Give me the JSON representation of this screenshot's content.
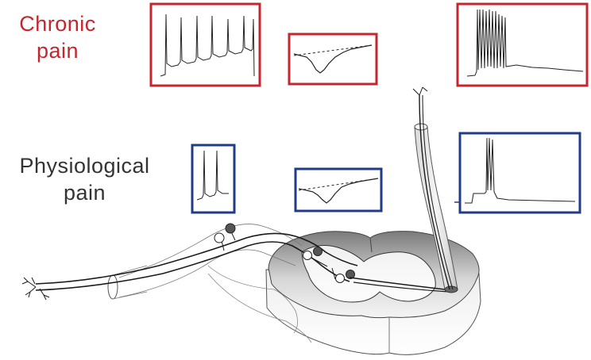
{
  "labels": {
    "chronic": [
      "Chronic",
      "pain"
    ],
    "physiological": [
      "Physiological",
      "pain"
    ]
  },
  "colors": {
    "chronic": "#c4262e",
    "physiological": "#1f3c86",
    "trace": "#222222",
    "axon": "#1a1a1a"
  }
}
